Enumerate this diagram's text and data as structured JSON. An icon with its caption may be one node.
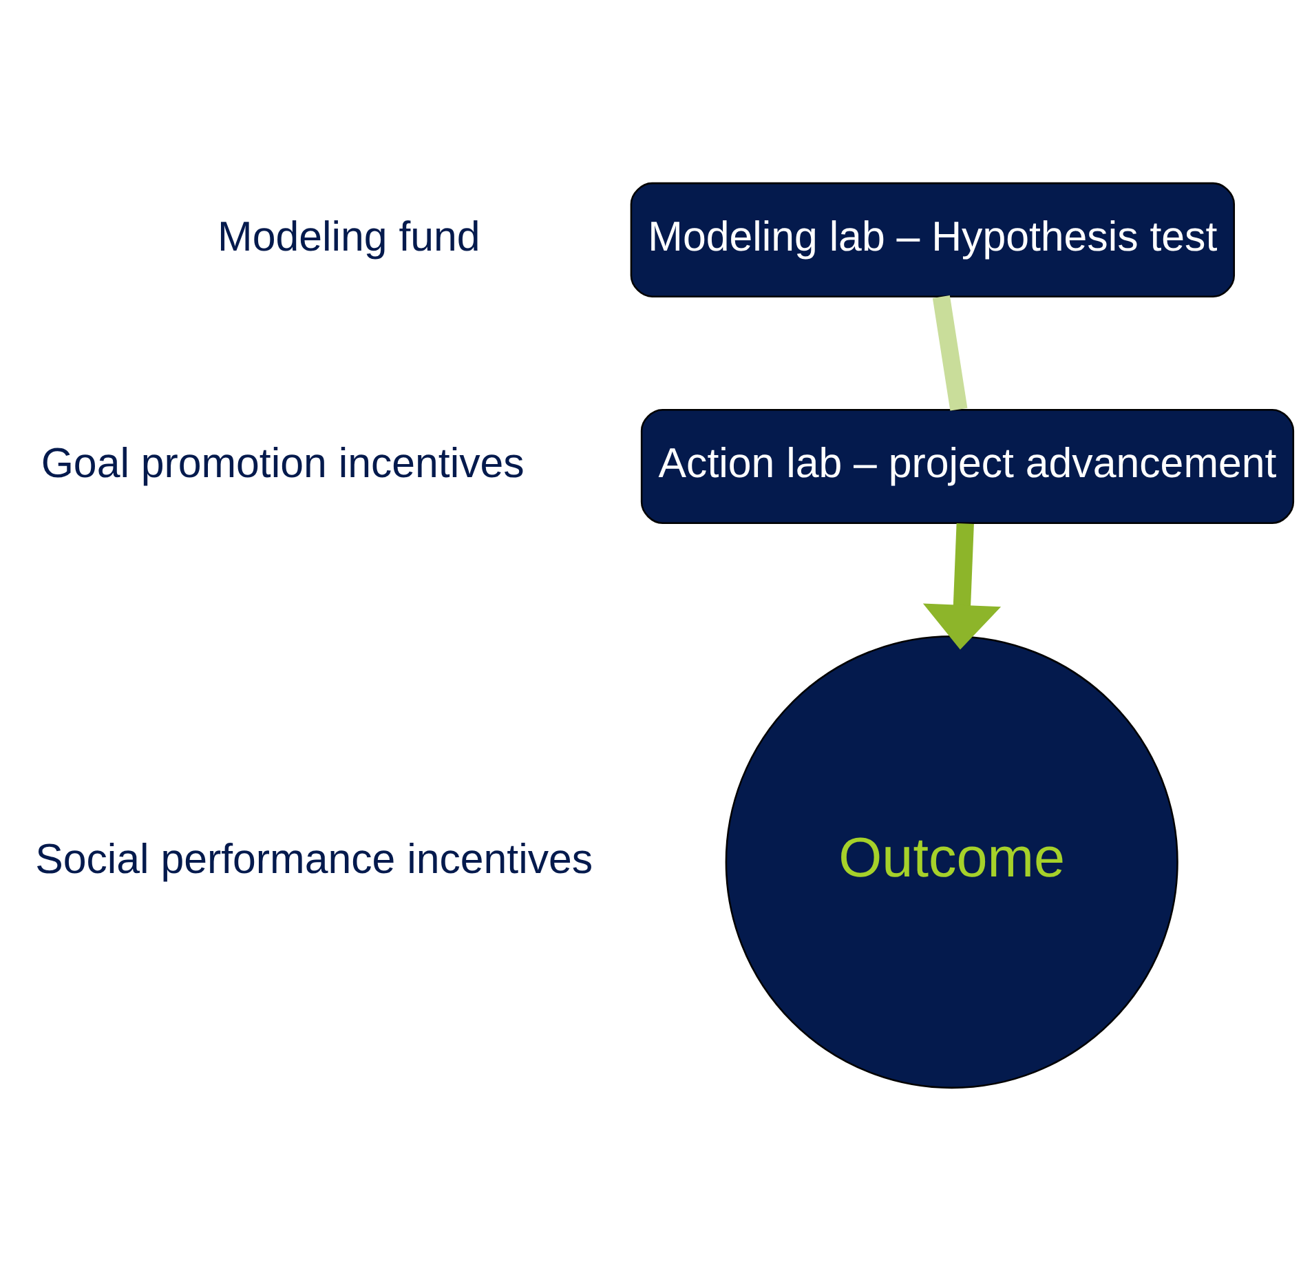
{
  "diagram": {
    "nodes": [
      {
        "text": [
          "Modeling lab – Hypothesis test"
        ]
      },
      {
        "text": [
          "Action lab – project advancement"
        ]
      },
      {
        "text": [
          "Outcome"
        ]
      }
    ],
    "edges": [
      {
        "from": 0,
        "to": 1,
        "arrow": "none",
        "color": "#c9dd9a"
      },
      {
        "from": 1,
        "to": 2,
        "arrow": "to",
        "color": "#8db52a"
      }
    ],
    "labels": [
      "Modeling fund",
      "Goal promotion incentives",
      "Social performance incentives"
    ]
  }
}
